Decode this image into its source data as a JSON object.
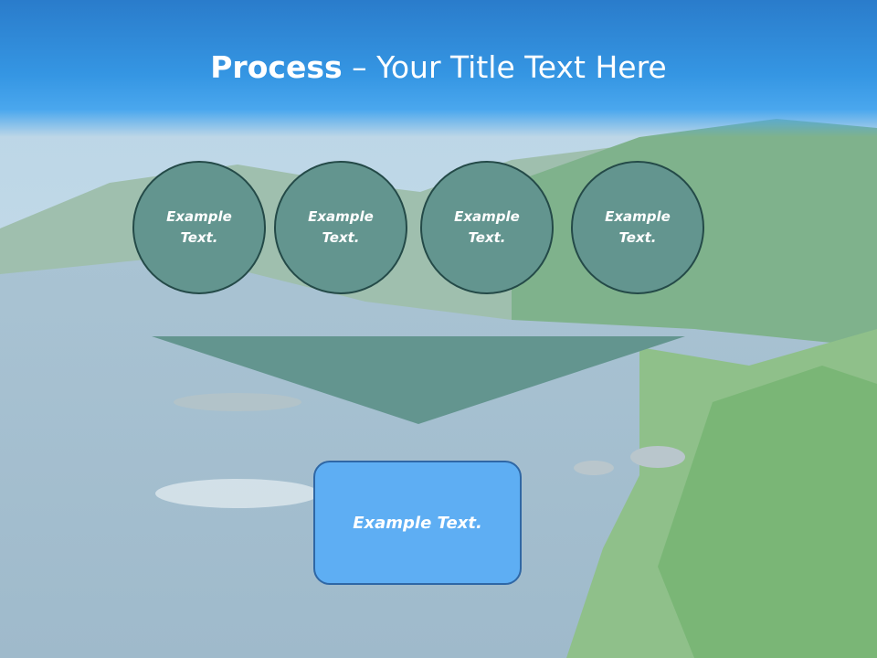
{
  "slide": {
    "title_strong": "Process",
    "title_rest": " – Your Title Text Here",
    "circles": [
      {
        "text": "Example Text."
      },
      {
        "text": "Example Text."
      },
      {
        "text": "Example Text."
      },
      {
        "text": "Example Text."
      }
    ],
    "result_text": "Example Text."
  },
  "colors": {
    "title_band": "#3596e3",
    "circle_fill": "#63958f",
    "circle_border": "#244a48",
    "funnel_fill": "#63958f",
    "box_fill": "#5eaef3",
    "box_border": "#2f67a5"
  }
}
